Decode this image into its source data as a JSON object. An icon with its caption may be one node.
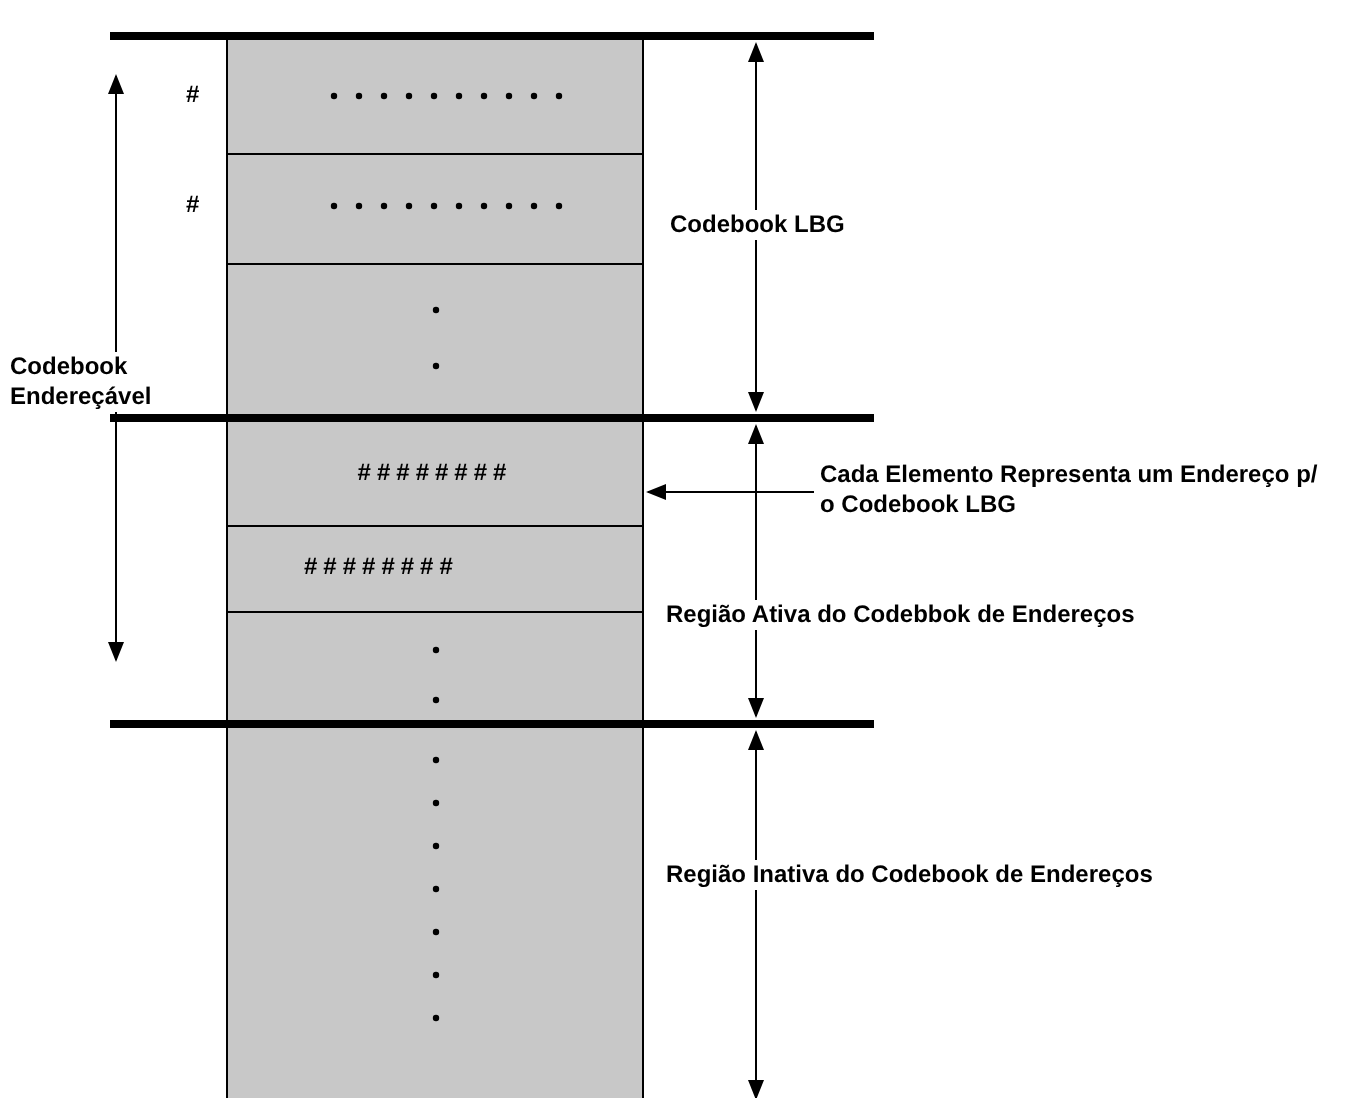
{
  "diagram": {
    "nodes": [
      {
        "text": [
          "Cada Elemento Representa um Endereço p/ o Codebook LBG"
        ]
      },
      {
        "text": [
          "########"
        ]
      }
    ],
    "edges": [
      {
        "from": 0,
        "to": 1,
        "arrow": "to"
      }
    ],
    "labels": [
      "#",
      "#",
      "Codebook LBG",
      "Codebook Endereçável",
      "########",
      "Região Ativa do Codebbok de Endereços",
      "Região Inativa do Codebook de Endereços"
    ]
  }
}
